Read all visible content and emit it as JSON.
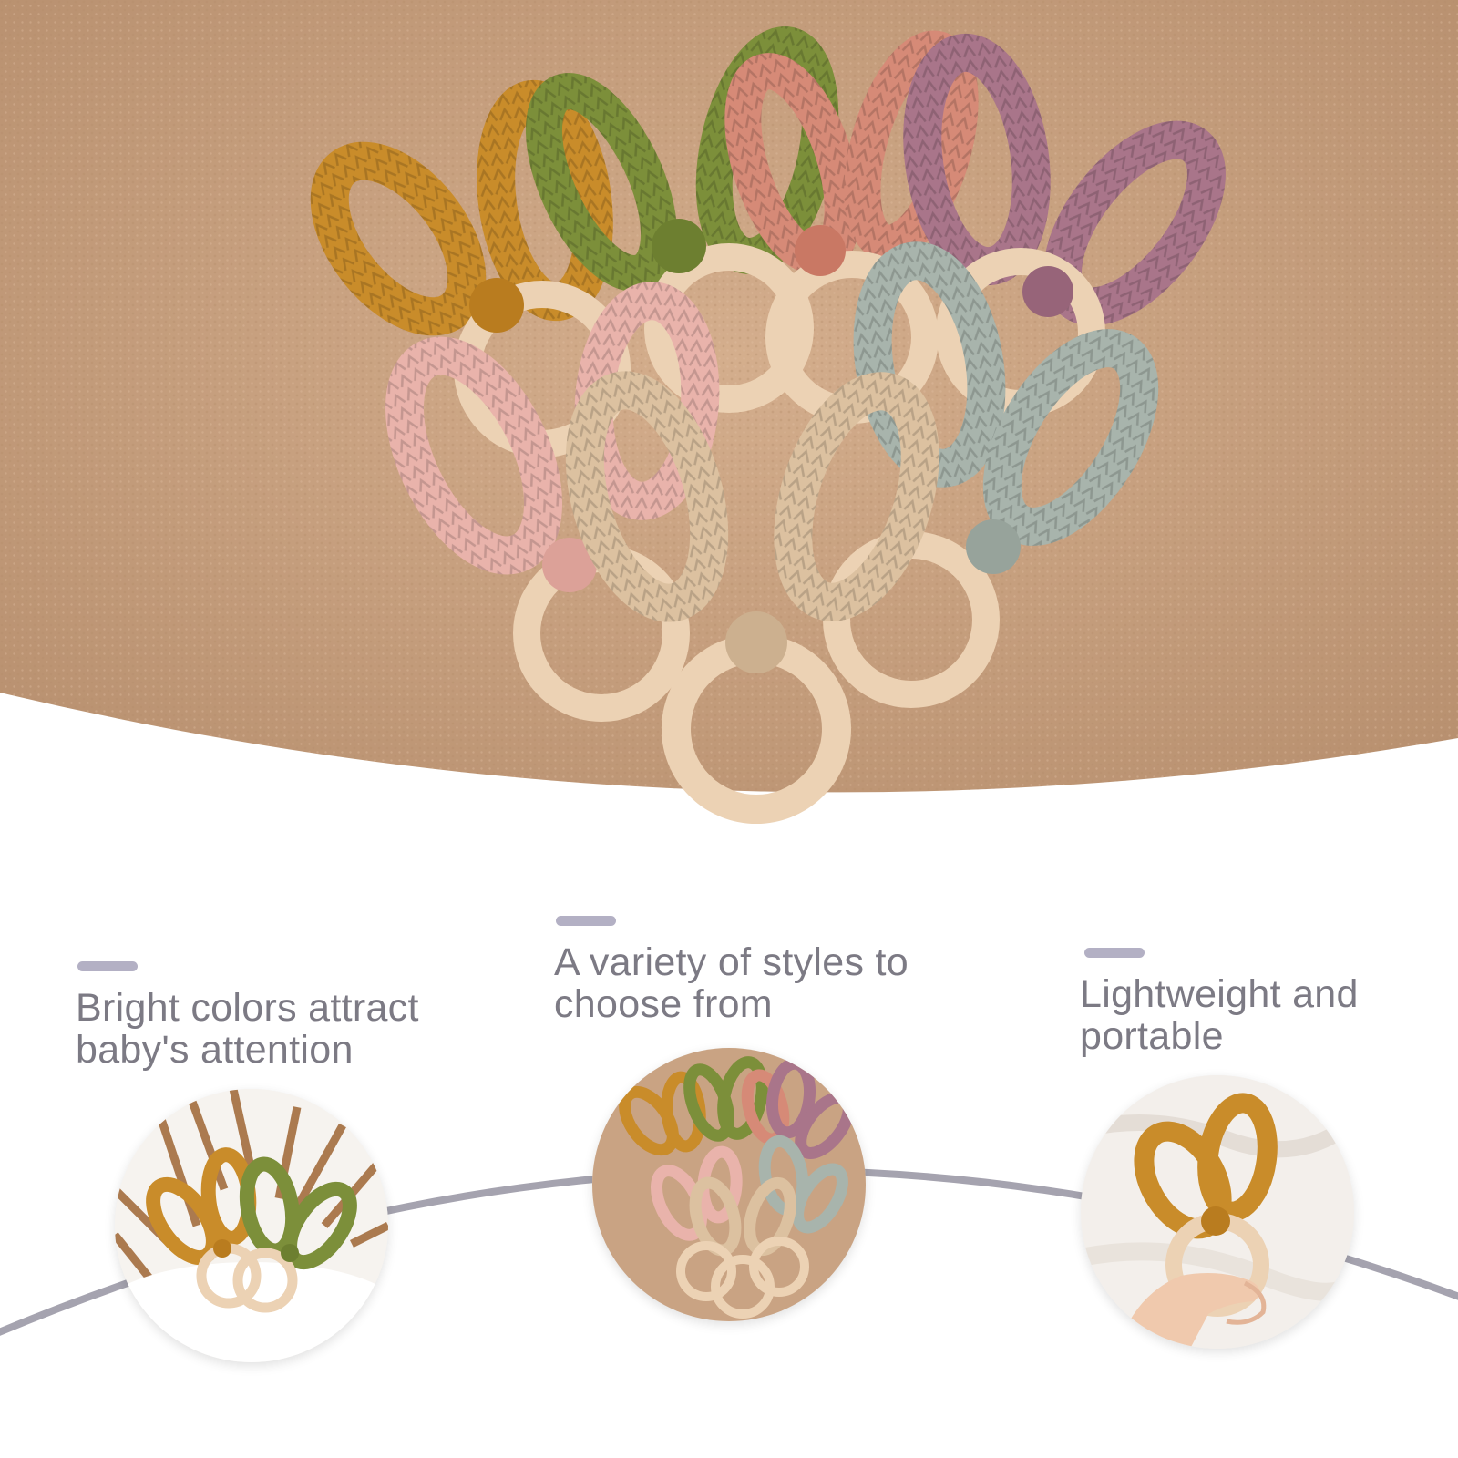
{
  "features": [
    {
      "line1": "Bright colors attract",
      "line2": "baby's attention"
    },
    {
      "line1": "A variety of styles to",
      "line2": "choose from"
    },
    {
      "line1": "Lightweight and",
      "line2": "portable"
    }
  ],
  "colors": {
    "towel": "#c9a383",
    "mustard": "#c98c2a",
    "olive": "#7c8f3a",
    "coral": "#d68a77",
    "mauve": "#a9758a",
    "pink": "#e9b3ab",
    "beige": "#dcc1a0",
    "sage": "#a8b4ac",
    "wood": "#ecd2b4",
    "accent_bar": "#b3b0c4",
    "text": "#7c7a84"
  }
}
